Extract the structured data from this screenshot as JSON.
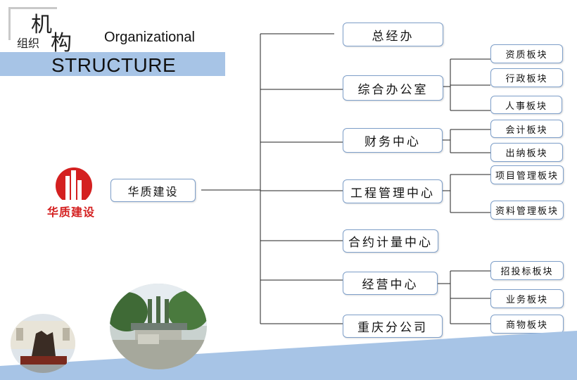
{
  "header": {
    "ji": "机",
    "gou": "构",
    "zuzhi": "组织",
    "en_line1": "Organizational",
    "en_line2": "STRUCTURE"
  },
  "logo": {
    "text": "华质建设"
  },
  "org": {
    "root": "华质建设",
    "departments": [
      {
        "label": "总经办",
        "units": []
      },
      {
        "label": "综合办公室",
        "units": [
          "资质板块",
          "行政板块",
          "人事板块"
        ]
      },
      {
        "label": "财务中心",
        "units": [
          "会计板块",
          "出纳板块"
        ]
      },
      {
        "label": "工程管理中心",
        "units": [
          "项目管理板块",
          "资料管理板块"
        ]
      },
      {
        "label": "合约计量中心",
        "units": []
      },
      {
        "label": "经营中心",
        "units": [
          "招投标板块",
          "业务板块",
          "商物板块"
        ]
      },
      {
        "label": "重庆分公司",
        "units": []
      }
    ]
  },
  "colors": {
    "accent_blue": "#a7c4e6",
    "box_border": "#7e9fc9",
    "logo_red": "#d42020"
  }
}
